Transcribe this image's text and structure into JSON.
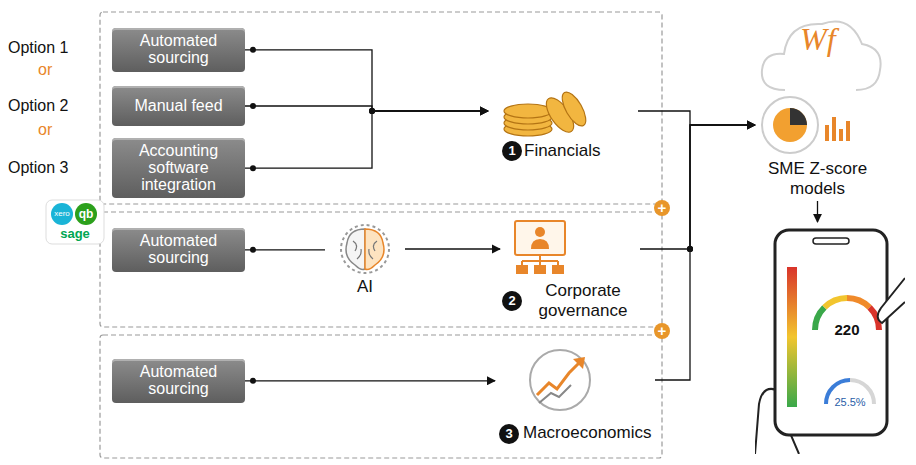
{
  "diagram": {
    "nodes": [
      {
        "text": [
          "Automated sourcing"
        ]
      },
      {
        "text": [
          "Manual feed"
        ]
      },
      {
        "text": [
          "Accounting software integration"
        ]
      },
      {
        "text": [
          "Financials"
        ]
      },
      {
        "text": [
          "Automated sourcing"
        ]
      },
      {
        "text": [
          "AI"
        ]
      },
      {
        "text": [
          "Corporate governance"
        ]
      },
      {
        "text": [
          "Automated sourcing"
        ]
      },
      {
        "text": [
          "Macroeconomics"
        ]
      },
      {
        "text": [
          "SME Z-score models"
        ]
      },
      {
        "text": [
          "220",
          "25.5%"
        ]
      }
    ],
    "edges": [
      {
        "from": 0,
        "to": 3,
        "arrow": "to"
      },
      {
        "from": 1,
        "to": 3,
        "arrow": "to"
      },
      {
        "from": 2,
        "to": 3,
        "arrow": "to"
      },
      {
        "from": 4,
        "to": 5,
        "arrow": "none"
      },
      {
        "from": 5,
        "to": 6,
        "arrow": "to"
      },
      {
        "from": 7,
        "to": 8,
        "arrow": "to"
      },
      {
        "from": 3,
        "to": 9,
        "arrow": "to"
      },
      {
        "from": 6,
        "to": 9,
        "arrow": "to"
      },
      {
        "from": 8,
        "to": 9,
        "arrow": "to"
      },
      {
        "from": 9,
        "to": 10,
        "arrow": "to"
      }
    ],
    "labels": [
      "Option 1",
      "or",
      "Option 2",
      "or",
      "Option 3",
      "xero",
      "qb",
      "sage",
      "1",
      "2",
      "3",
      "+",
      "+",
      "Wf"
    ]
  }
}
